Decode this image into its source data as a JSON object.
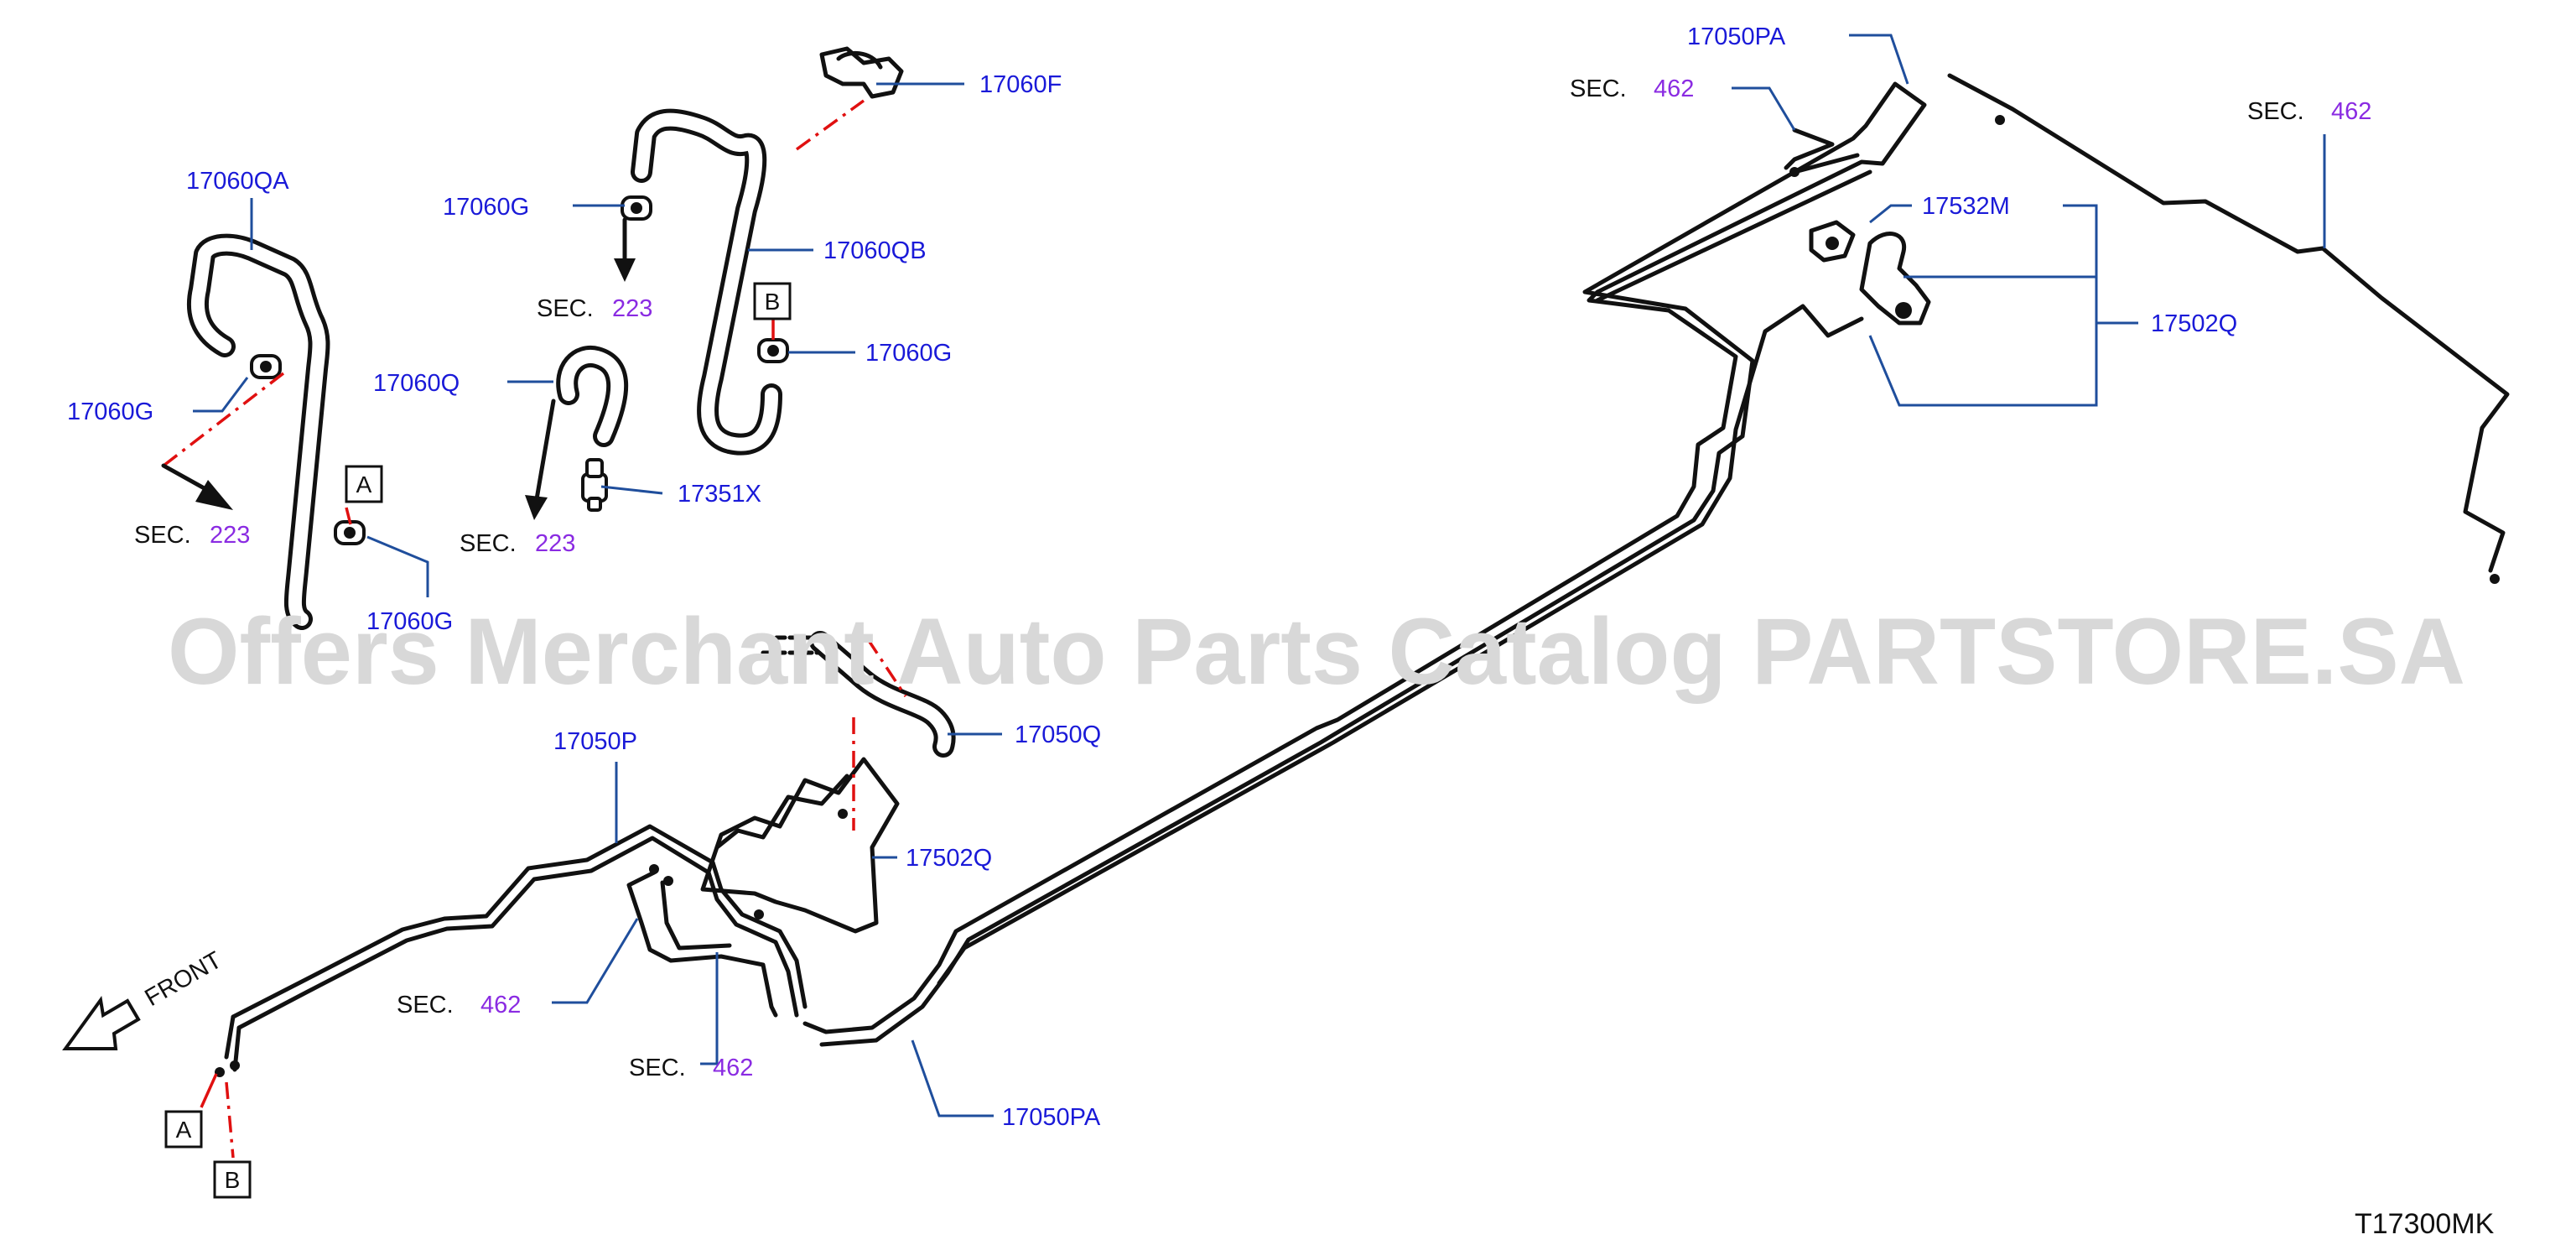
{
  "part_labels": {
    "p17060QA": "17060QA",
    "p17060G_a": "17060G",
    "p17060G_b": "17060G",
    "p17060G_c": "17060G",
    "p17060G_d": "17060G",
    "p17060F": "17060F",
    "p17060QB": "17060QB",
    "p17060Q": "17060Q",
    "p17351X": "17351X",
    "p17050Q": "17050Q",
    "p17050P": "17050P",
    "p17502Q_a": "17502Q",
    "p17502Q_b": "17502Q",
    "p17050PA_a": "17050PA",
    "p17050PA_b": "17050PA",
    "p17532M": "17532M"
  },
  "section_refs": {
    "sec_word": "SEC.",
    "sec223_a": "223",
    "sec223_b": "223",
    "sec223_c": "223",
    "sec462_a": "462",
    "sec462_b": "462",
    "sec462_c": "462",
    "sec462_d": "462"
  },
  "box_markers": {
    "A": "A",
    "B": "B"
  },
  "direction_label": "FRONT",
  "watermark": "Offers Merchant Auto Parts Catalog PARTSTORE.SA",
  "diagram_code": "T17300MK",
  "colors": {
    "part_label": "#1a1ad8",
    "section_number": "#8a2be2",
    "leader_line": "#1f4e9c",
    "connection_line": "#e01010",
    "watermark": "#d8d8d8"
  }
}
